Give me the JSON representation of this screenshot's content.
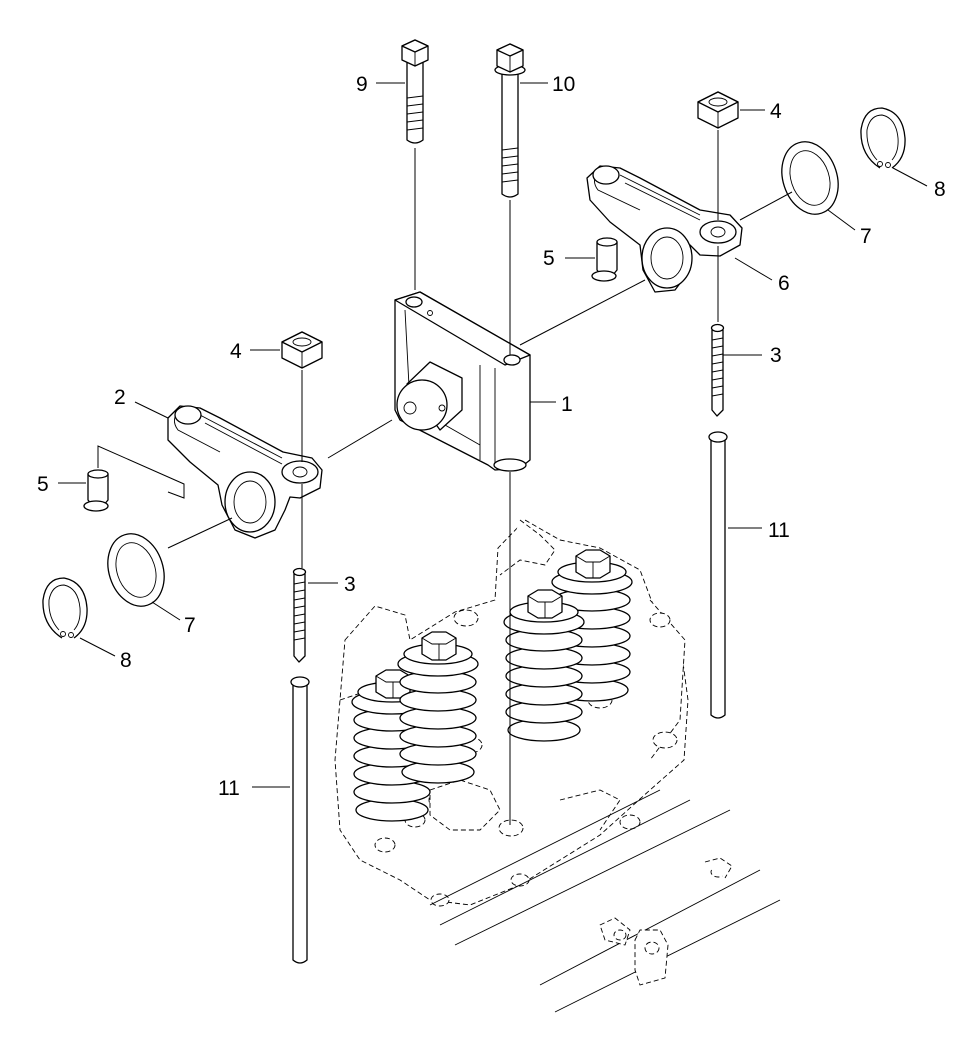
{
  "callouts": [
    {
      "id": "c9",
      "label": "9"
    },
    {
      "id": "c10",
      "label": "10"
    },
    {
      "id": "c4r",
      "label": "4"
    },
    {
      "id": "c8r",
      "label": "8"
    },
    {
      "id": "c7r",
      "label": "7"
    },
    {
      "id": "c5r",
      "label": "5"
    },
    {
      "id": "c6",
      "label": "6"
    },
    {
      "id": "c3r",
      "label": "3"
    },
    {
      "id": "c1",
      "label": "1"
    },
    {
      "id": "c4l",
      "label": "4"
    },
    {
      "id": "c2",
      "label": "2"
    },
    {
      "id": "c5l",
      "label": "5"
    },
    {
      "id": "c11r",
      "label": "11"
    },
    {
      "id": "c3l",
      "label": "3"
    },
    {
      "id": "c7l",
      "label": "7"
    },
    {
      "id": "c8l",
      "label": "8"
    },
    {
      "id": "c11l",
      "label": "11"
    }
  ]
}
